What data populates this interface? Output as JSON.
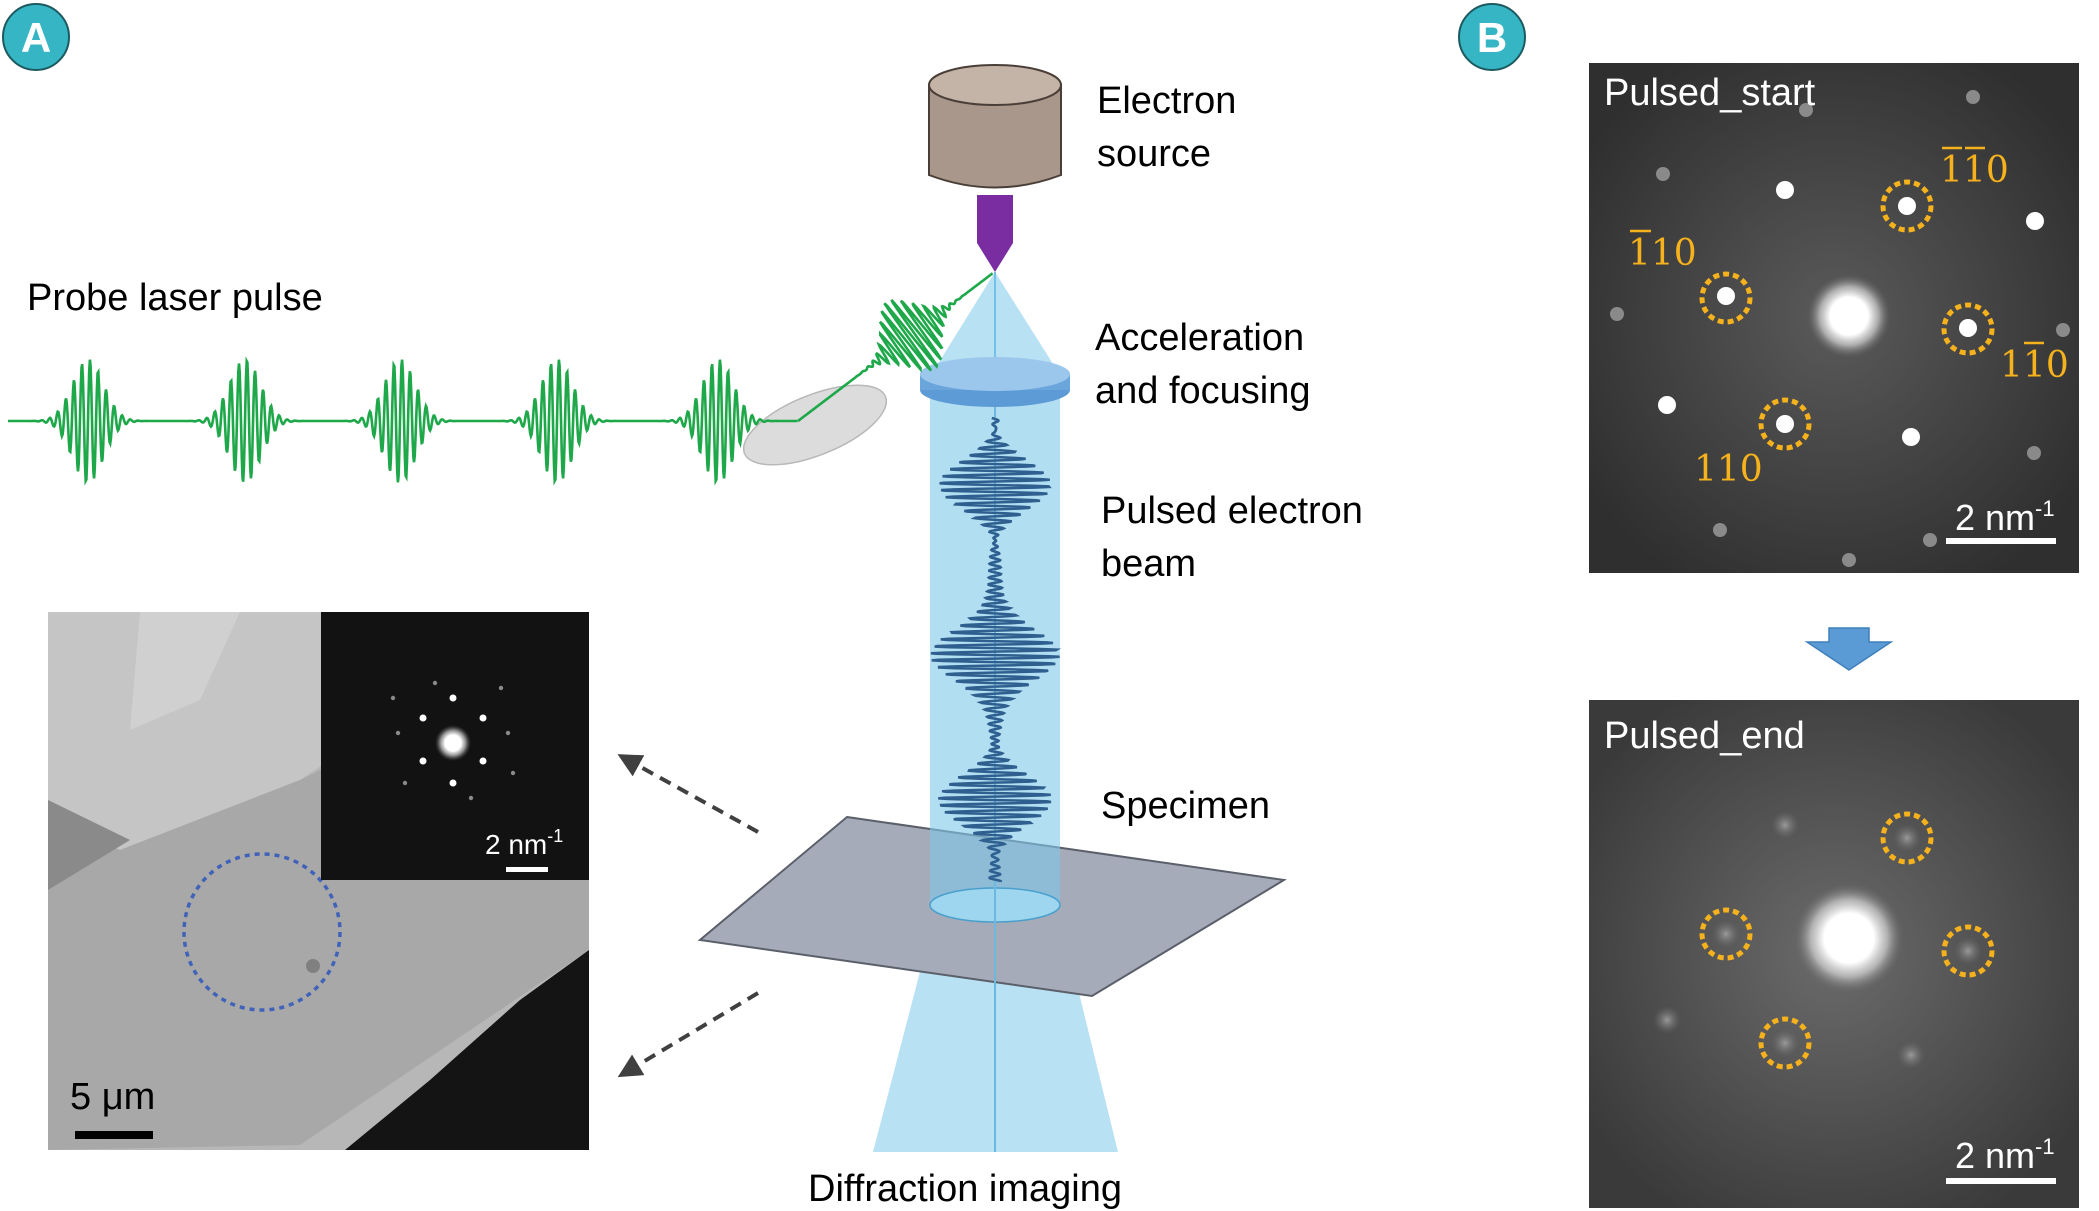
{
  "panels": {
    "a_label": "A",
    "b_label": "B"
  },
  "labels": {
    "electron_source_line1": "Electron",
    "electron_source_line2": "source",
    "probe_laser": "Probe laser pulse",
    "acceleration_line1": "Acceleration",
    "acceleration_line2": "and focusing",
    "pulsed_beam_line1": "Pulsed electron",
    "pulsed_beam_line2": "beam",
    "specimen": "Specimen",
    "diffraction": "Diffraction imaging"
  },
  "micrograph": {
    "scalebar": "5 μm",
    "inset_scalebar": "2 nm",
    "inset_scalebar_sup": "-1"
  },
  "diffraction_patterns": {
    "start_title": "Pulsed_start",
    "end_title": "Pulsed_end",
    "scalebar": "2 nm",
    "scalebar_sup": "-1",
    "spot_110": "110",
    "spot_bar1_digits": "10",
    "spot_bar1_bar": "1",
    "spot_bar2_digits": "0",
    "spot_bar2_bars": "11",
    "spot_1bar0_prefix": "1",
    "spot_1bar0_bar": "1",
    "spot_1bar0_suffix": "0"
  },
  "colors": {
    "laser": "#1fa84a",
    "beam": "#7ec8e9",
    "electron_wave": "#2f5f8f",
    "gun_body": "#a8978a",
    "gun_tip": "#7a2da0",
    "lens": "#5c9bd5",
    "specimen": "#a5abb8",
    "panel_badge": "#36b6c4",
    "highlight_ring": "#f6b21c",
    "arrow_down": "#5b9bd5"
  },
  "icons": {
    "down_arrow": "down-arrow-icon",
    "dashed_arrow": "dashed-arrow-icon"
  }
}
